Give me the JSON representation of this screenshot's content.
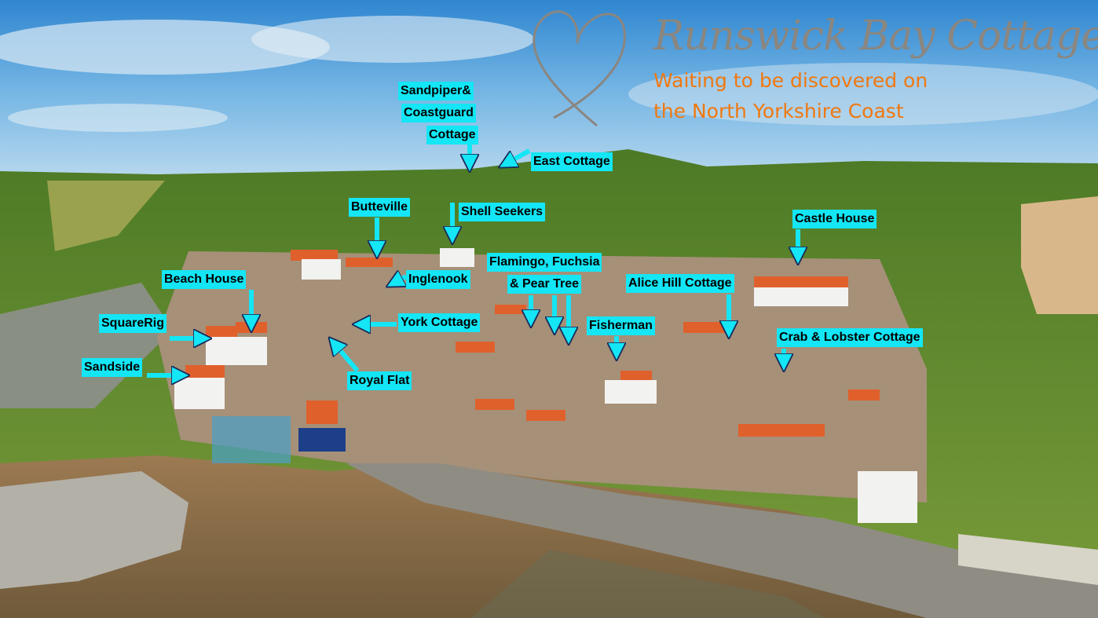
{
  "brand": {
    "title": "Runswick Bay Cottages",
    "tagline_1": "Waiting to be discovered on",
    "tagline_2": "the North Yorkshire Coast",
    "title_color": "#8a8680",
    "tagline_color": "#f07810"
  },
  "label_color": "#14e6f5",
  "labels": {
    "sandpiper_1": "Sandpiper&",
    "sandpiper_2": "Coastguard",
    "sandpiper_3": "Cottage",
    "east_cottage": "East Cottage",
    "butteville": "Butteville",
    "shell_seekers": "Shell Seekers",
    "flamingo_1": "Flamingo, Fuchsia",
    "flamingo_2": "& Pear Tree",
    "castle_house": "Castle House",
    "alice_hill": "Alice Hill Cottage",
    "beach_house": "Beach House",
    "inglenook": "Inglenook",
    "square_rig": "SquareRig",
    "york_cottage": "York Cottage",
    "fisherman": "Fisherman",
    "crab_lobster": "Crab & Lobster Cottage",
    "sandside": "Sandside",
    "royal_flat": "Royal Flat"
  }
}
